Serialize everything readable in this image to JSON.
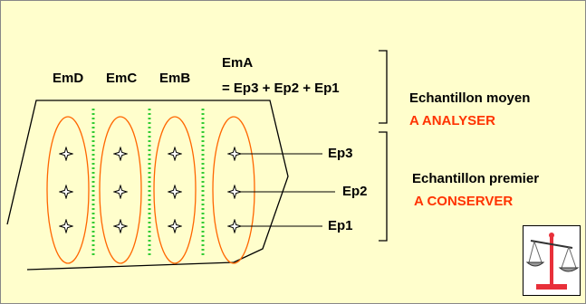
{
  "columns": {
    "emd": "EmD",
    "emc": "EmC",
    "emb": "EmB",
    "ema": "EmA"
  },
  "ema_formula": "= Ep3 + Ep2 + Ep1",
  "samples": {
    "ep3": "Ep3",
    "ep2": "Ep2",
    "ep1": "Ep1"
  },
  "average_sample": {
    "title": "Echantillon moyen",
    "action": "A ANALYSER"
  },
  "first_sample": {
    "title": "Echantillon premier",
    "action": "A CONSERVER"
  },
  "colors": {
    "background": "#fffecc",
    "ellipse_stroke": "#ff6600",
    "separator": "#33cc33",
    "accent_text": "#ff3300",
    "scale_red": "#e8303a"
  },
  "icons": {
    "sample_point": "four-point-star-icon",
    "scale": "balance-scale-icon"
  }
}
